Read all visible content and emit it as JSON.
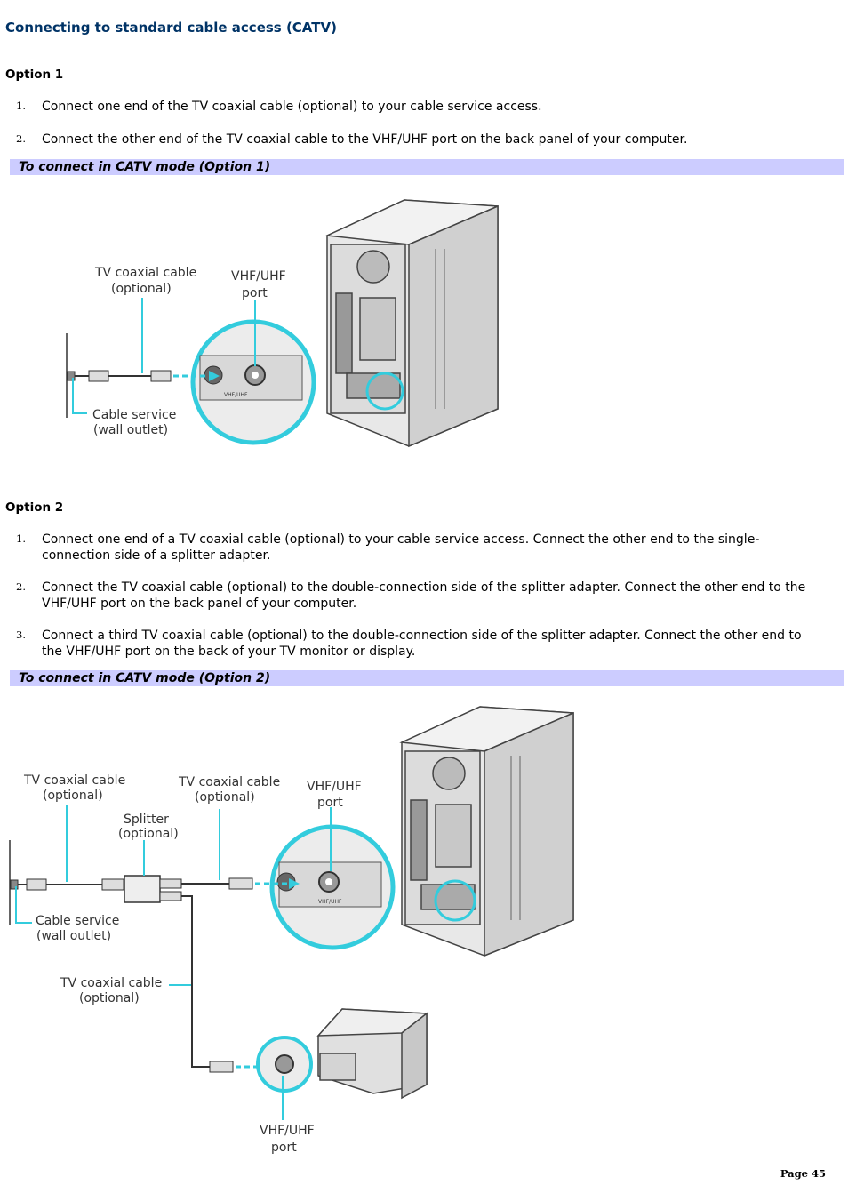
{
  "heading": "Connecting to standard cable access (CATV)",
  "option1": {
    "title": "Option 1",
    "steps": [
      {
        "num": "1.",
        "text": "Connect one end of the TV coaxial cable (optional) to your cable service access."
      },
      {
        "num": "2.",
        "text": "Connect the other end of the TV coaxial cable to the VHF/UHF port on the back panel of your computer."
      }
    ],
    "caption": "To connect in CATV mode (Option 1)",
    "figure": {
      "cable_label_1": "TV coaxial cable",
      "cable_label_2": "(optional)",
      "port_label_1": "VHF/UHF",
      "port_label_2": "port",
      "outlet_label_1": "Cable service",
      "outlet_label_2": "(wall outlet)",
      "port_plate": "VHF/UHF"
    }
  },
  "option2": {
    "title": "Option 2",
    "steps": [
      {
        "num": "1.",
        "text": "Connect one end of a TV coaxial cable (optional) to your cable service access. Connect the other end to the single-connection side of a splitter adapter."
      },
      {
        "num": "2.",
        "text": "Connect the TV coaxial cable (optional) to the double-connection side of the splitter adapter. Connect the other end to the VHF/UHF port on the back panel of your computer."
      },
      {
        "num": "3.",
        "text": "Connect a third TV coaxial cable (optional) to the double-connection side of the splitter adapter. Connect the other end to the VHF/UHF port on the back of your TV monitor or display."
      }
    ],
    "caption": "To connect in CATV mode (Option 2)",
    "figure": {
      "cable_a_1": "TV coaxial cable",
      "cable_a_2": "(optional)",
      "cable_b_1": "TV coaxial cable",
      "cable_b_2": "(optional)",
      "port_1": "VHF/UHF",
      "port_2": "port",
      "splitter_1": "Splitter",
      "splitter_2": "(optional)",
      "outlet_1": "Cable service",
      "outlet_2": "(wall outlet)",
      "cable_c_1": "TV coaxial cable",
      "cable_c_2": "(optional)",
      "tv_port_1": "VHF/UHF",
      "tv_port_2": "port",
      "port_plate": "VHF/UHF"
    }
  },
  "page_number": "Page 45",
  "colors": {
    "heading": "#003366",
    "caption_bar": "#ccccff",
    "callout": "#33ccdd"
  }
}
